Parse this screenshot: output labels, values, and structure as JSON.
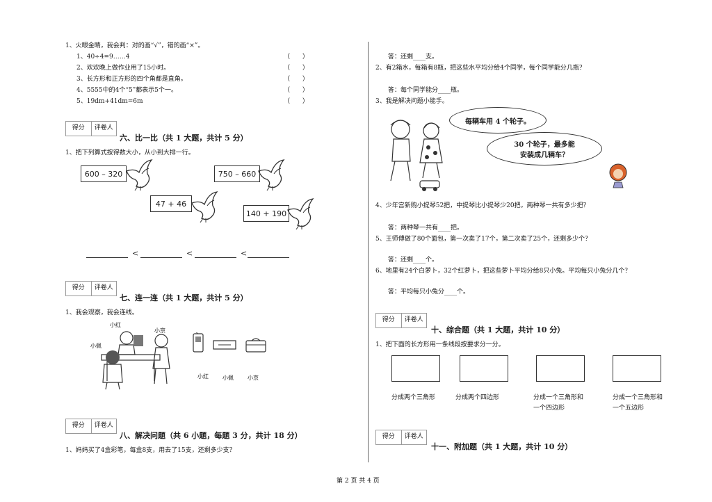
{
  "judge": {
    "instruction": "1、火眼金睛，我会判：对的画“√”，错的画“×”。",
    "items": [
      {
        "text": "1、40÷4=9……4",
        "paren": "（　　）"
      },
      {
        "text": "2、欢欢晚上做作业用了15小时。",
        "paren": "（　　）"
      },
      {
        "text": "3、长方形和正方形的四个角都是直角。",
        "paren": "（　　）"
      },
      {
        "text": "4、5555中的4个“5”都表示5个一。",
        "paren": "（　　）"
      },
      {
        "text": "5、19dm+41dm=6m",
        "paren": "（　　）"
      }
    ]
  },
  "score_labels": {
    "score": "得分",
    "reviewer": "评卷人"
  },
  "section6": {
    "title": "六、比一比（共 1 大题，共计 5 分）",
    "q1": "1、把下列算式按得数大小，从小到大排一行。",
    "exprs": [
      "600 – 320",
      "750 – 660",
      "47 + 46",
      "140 + 190"
    ],
    "lt": "<"
  },
  "section7": {
    "title": "七、连一连（共 1 大题，共计 5 分）",
    "q1": "1、我会观察，我会连线。",
    "names_top": [
      "小红",
      "小京",
      "小佩"
    ],
    "names_bottom": [
      "小红",
      "小佩",
      "小京"
    ]
  },
  "section8": {
    "title": "八、解决问题（共 6 小题，每题 3 分，共计 18 分）",
    "q1": "1、妈妈买了4盒彩笔，每盒8支，用去了15支，还剩多少支？"
  },
  "right": {
    "a1": "答：还剩____支。",
    "q2": "2、有2箱水，每箱有8瓶，把这些水平均分给4个同学，每个同学能分几瓶？",
    "a2": "答：每个同学能分____瓶。",
    "q3": "3、我是解决问题小能手。",
    "bubble1": "每辆车用 4 个轮子。",
    "bubble2a": "30 个轮子，最多能",
    "bubble2b": "安装成几辆车？",
    "q4": "4、少年宫新购小提琴52把，中提琴比小提琴少20把，两种琴一共有多少把？",
    "a4": "答：两种琴一共有____把。",
    "q5": "5、王师傅做了80个面包，第一次卖了17个，第二次卖了25个，还剩多少个？",
    "a5": "答：还剩____个。",
    "q6": "6、地里有24个白萝卜，32个红萝卜，把这些萝卜平均分给8只小兔。平均每只小兔分几个？",
    "a6": "答：平均每只小兔分____个。"
  },
  "section10": {
    "title": "十、综合题（共 1 大题，共计 10 分）",
    "q1": "1、把下面的长方形用一条线段按要求分一分。",
    "captions": [
      [
        "分成两个三角形"
      ],
      [
        "分成两个四边形"
      ],
      [
        "分成一个三角形和",
        "一个四边形"
      ],
      [
        "分成一个三角形和",
        "一个五边形"
      ]
    ]
  },
  "section11": {
    "title": "十一、附加题（共 1 大题，共计 10 分）"
  },
  "footer": "第 2 页 共 4 页"
}
